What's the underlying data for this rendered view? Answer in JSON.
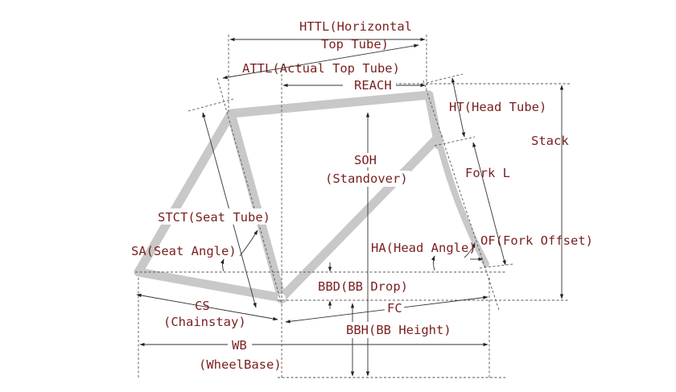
{
  "labels": {
    "httl_line1": "HTTL(Horizontal",
    "httl_line2": "Top Tube)",
    "attl": "ATTL(Actual Top Tube)",
    "reach": "REACH",
    "ht": "HT(Head Tube)",
    "stack": "Stack",
    "soh_line1": "SOH",
    "soh_line2": "(Standover)",
    "fork_l": "Fork L",
    "stct": "STCT(Seat Tube)",
    "sa": "SA(Seat Angle)",
    "ha": "HA(Head Angle)",
    "of": "OF(Fork Offset)",
    "bbd": "BBD(BB Drop)",
    "cs_line1": "CS",
    "cs_line2": "(Chainstay)",
    "fc": "FC",
    "bbh": "BBH(BB Height)",
    "wb_line1": "WB",
    "wb_line2": "(WheelBase)"
  },
  "colors": {
    "label_text": "#7a1f1f",
    "frame_tube": "#c8c8c8",
    "dimension_line": "#333333",
    "background": "#ffffff"
  }
}
